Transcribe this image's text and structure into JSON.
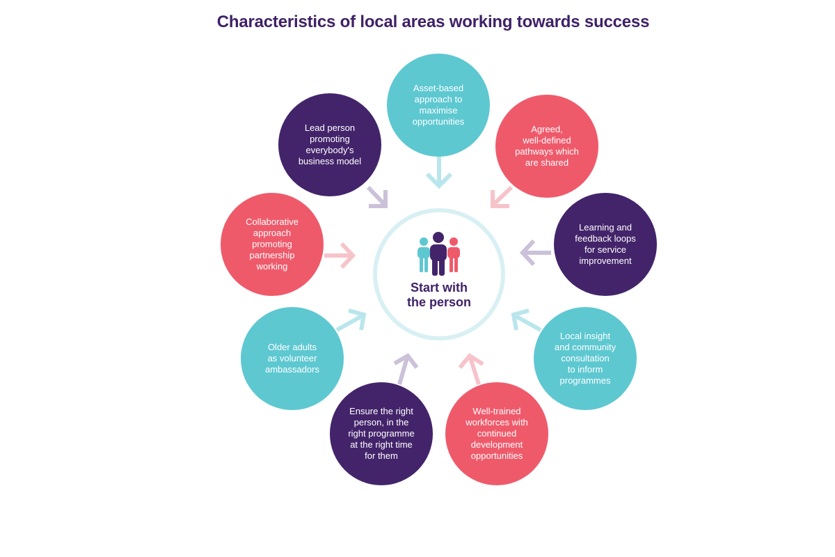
{
  "title": "Characteristics of local areas working towards success",
  "center": {
    "label": "Start with\nthe person",
    "icon": "people-group-icon"
  },
  "characteristics": [
    {
      "id": "asset-based",
      "label": "Asset-based\napproach to\nmaximise\nopportunities",
      "color": "teal"
    },
    {
      "id": "agreed-pathways",
      "label": "Agreed,\nwell-defined\npathways which\nare shared",
      "color": "pink"
    },
    {
      "id": "learning-feedback",
      "label": "Learning and\nfeedback loops\nfor service\nimprovement",
      "color": "purple"
    },
    {
      "id": "local-insight",
      "label": "Local insight\nand community\nconsultation\nto inform\nprogrammes",
      "color": "teal"
    },
    {
      "id": "well-trained",
      "label": "Well-trained\nworkforces with\ncontinued\ndevelopment\nopportunities",
      "color": "pink"
    },
    {
      "id": "right-person",
      "label": "Ensure the right\nperson, in the\nright programme\nat the right time\nfor them",
      "color": "purple"
    },
    {
      "id": "older-adults",
      "label": "Older adults\nas volunteer\nambassadors",
      "color": "teal"
    },
    {
      "id": "collaborative",
      "label": "Collaborative\napproach\npromoting\npartnership\nworking",
      "color": "pink"
    },
    {
      "id": "lead-person",
      "label": "Lead person\npromoting\neverybody's\nbusiness model",
      "color": "purple"
    }
  ],
  "colors": {
    "teal": "#5ec8d1",
    "pink": "#ef5a6b",
    "purple": "#43246a",
    "title": "#3f2167",
    "center_ring": "#d8f0f4"
  }
}
